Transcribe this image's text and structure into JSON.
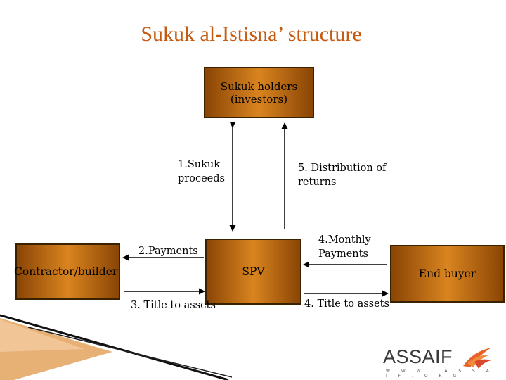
{
  "title": "Sukuk al-Istisna’ structure",
  "boxes": {
    "holders": "Sukuk holders\n(investors)",
    "contractor": "Contractor/builder",
    "spv": "SPV",
    "buyer": "End buyer"
  },
  "labels": {
    "sukuk_proceeds": "1.Sukuk\nproceeds",
    "distribution": "5. Distribution of\nreturns",
    "payments": "2.Payments",
    "monthly": "4.Monthly\nPayments",
    "title_assets_left": "3. Title to assets",
    "title_assets_right": "4. Title to assets"
  },
  "logo": {
    "text": "ASSAIF",
    "subtitle": "W W W . A S S A I F . O R G"
  },
  "colors": {
    "title": "#c55a11",
    "box_dark": "#8a4505",
    "box_light": "#d9841f"
  }
}
